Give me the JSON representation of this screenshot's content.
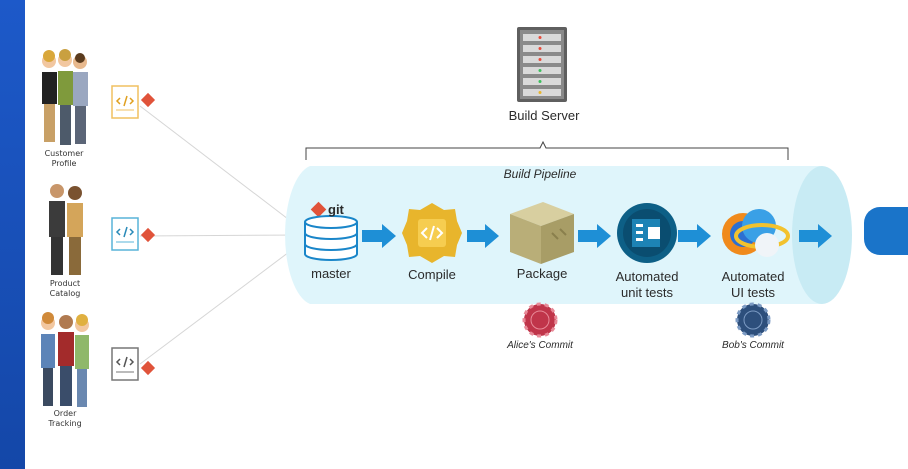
{
  "build_server": {
    "label": "Build Server"
  },
  "pipeline": {
    "title": "Build Pipeline",
    "stages": [
      {
        "label": "master",
        "icon": "database-icon"
      },
      {
        "label": "Compile",
        "icon": "compile-icon"
      },
      {
        "label": "Package",
        "icon": "package-icon"
      },
      {
        "label": "Automated unit tests",
        "line1": "Automated",
        "line2": "unit tests",
        "icon": "unit-test-icon"
      },
      {
        "label": "Automated UI tests",
        "line1": "Automated",
        "line2": "UI tests",
        "icon": "browser-icon"
      }
    ],
    "git_label": "git"
  },
  "teams": [
    {
      "line1": "Customer",
      "line2": "Profile"
    },
    {
      "line1": "Product",
      "line2": "Catalog"
    },
    {
      "line1": "Order",
      "line2": "Tracking"
    }
  ],
  "commits": [
    {
      "label": "Alice's Commit",
      "color": "#c0354a"
    },
    {
      "label": "Bob's Commit",
      "color": "#2d4f7c"
    }
  ],
  "colors": {
    "left_bar": "#1a52bd",
    "pipeline_fill": "#dff5fb",
    "arrow": "#1e8fd6",
    "compile": "#e8b52c",
    "unit_test": "#0d5f86",
    "git": "#e0533a"
  }
}
